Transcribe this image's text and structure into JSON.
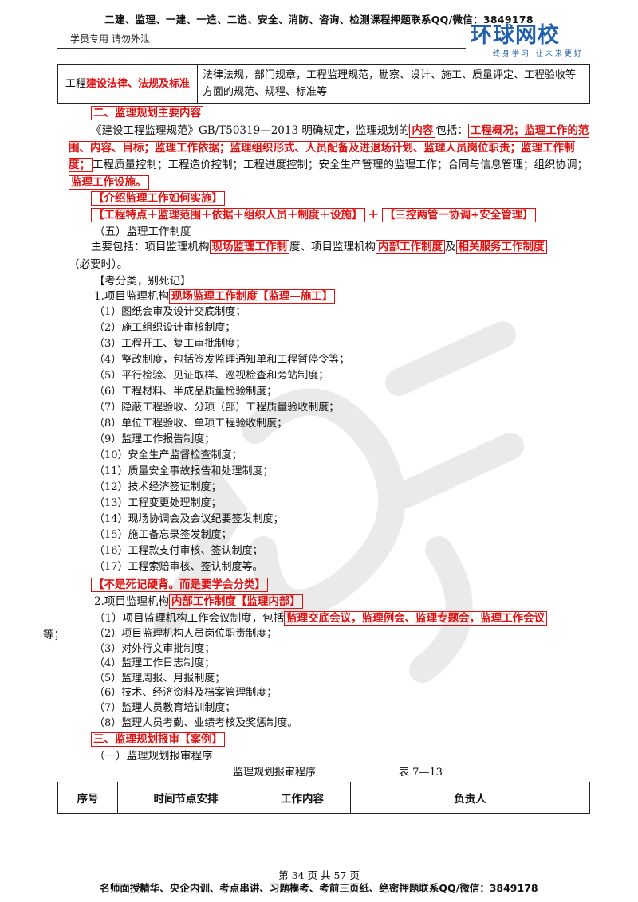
{
  "header": {
    "top_text": "二建、监理、一建、一造、二造、安全、消防、咨询、检测课程押题联系QQ/微信：3849178",
    "left_text": "学员专用 请勿外泄",
    "logo_main": "环球网校",
    "logo_sub": "终身学习 让未来更好"
  },
  "top_table": {
    "cell_prefix": "工程",
    "cell_highlight": "建设法律、法规及标准",
    "cell_content": "法律法规，部门规章，工程监理规范，勘察、设计、施工、质量评定、工程验收等方面的规范、规程、标准等"
  },
  "section2": {
    "heading": "二、监理规划主要内容",
    "p1_a": "《建设工程监理规范》GB/T50319—2013 明确规定，监理规划的",
    "p1_b": "内容",
    "p1_c": "包括：",
    "p1_d": "工程概况；监理工作的范围、内容、目标；监理工作依据；监理组织形式、人员配备及进退场计划、监理人员岗位职责；监理工作制度；",
    "p1_e": "工程质量控制；工程造价控制；工程进度控制；安全生产管理的监理工作；合同与信息管理；组织协调；",
    "p1_f": "监理工作设施。",
    "note1": "【介绍监理工作如何实施】",
    "note2a": "【工程特点＋监理范围＋依据＋组织人员＋制度＋设施】",
    "note2b": "＋",
    "note2c": "【三控两管一协调+安全管理】",
    "sub5": "（五）监理工作制度",
    "main_a": "主要包括：项目监理机构",
    "main_b": "现场监理工作制",
    "main_c": "度、项目监理机构",
    "main_d": "内部工作制度",
    "main_e": "及",
    "main_f": "相关服务工作制度",
    "main_g": "（必要时）。",
    "exam_tip": "【考分类，别死记】",
    "list1_a": "1.项目监理机构",
    "list1_b": "现场监理工作制度【监理—施工】",
    "list1": [
      "（1）图纸会审及设计交底制度；",
      "（2）施工组织设计审核制度；",
      "（3）工程开工、复工审批制度；",
      "（4）整改制度，包括签发监理通知单和工程暂停令等；",
      "（5）平行检验、见证取样、巡视检查和旁站制度；",
      "（6）工程材料、半成品质量检验制度；",
      "（7）隐蔽工程验收、分项（部）工程质量验收制度；",
      "（8）单位工程验收、单项工程验收制度；",
      "（9）监理工作报告制度；",
      "（10）安全生产监督检查制度；",
      "（11）质量安全事故报告和处理制度；",
      "（12）技术经济签证制度；",
      "（13）工程变更处理制度；",
      "（14）现场协调会及会议纪要签发制度；",
      "（15）施工备忘录签发制度；",
      "（16）工程款支付审核、签认制度；",
      "（17）工程索赔审核、签认制度等。"
    ],
    "note3": "【不是死记硬背。而是要学会分类】",
    "list2_a": "2.项目监理机构",
    "list2_b": "内部工作制度【监理内部】",
    "list2_first_a": "（1）项目监理机构工作会议制度，包括",
    "list2_first_b": "监理交底会议，监理例会、监理专题会，监理工作会议",
    "list2_first_c": "等；",
    "list2": [
      "（2）项目监理机构人员岗位职责制度；",
      "（3）对外行文审批制度；",
      "（4）监理工作日志制度；",
      "（5）监理周报、月报制度；",
      "（6）技术、经济资料及档案管理制度；",
      "（7）监理人员教育培训制度；",
      "（8）监理人员考勤、业绩考核及奖惩制度。"
    ]
  },
  "section3": {
    "heading": "三、监理规划报审【案例】",
    "sub1": "（一）监理规划报审程序",
    "caption_title": "监理规划报审程序",
    "caption_no": "表 7—13",
    "columns": [
      "序号",
      "时间节点安排",
      "工作内容",
      "负责人"
    ]
  },
  "footer": {
    "page": "第 34 页 共 57 页",
    "ad": "名师面授精华、央企内训、考点串讲、习题模考、考前三页纸、绝密押题联系QQ/微信：3849178"
  }
}
